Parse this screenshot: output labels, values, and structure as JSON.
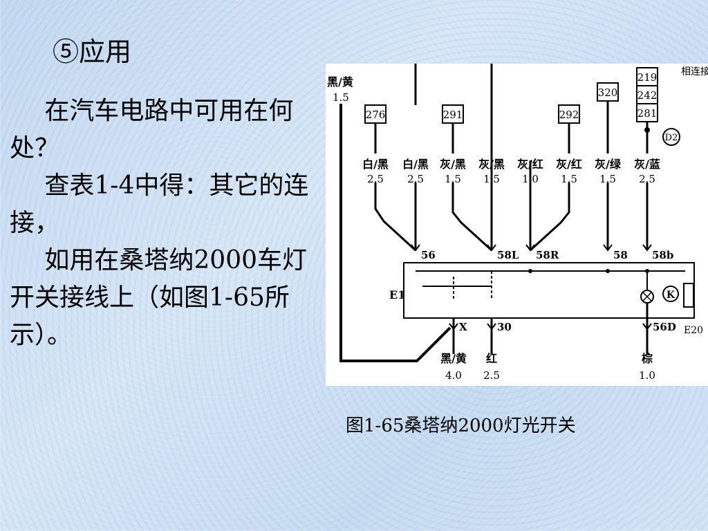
{
  "slide": {
    "title": "⑤应用",
    "paragraphs": [
      "在汽车电路中可用在何处？",
      "查表1-4中得：其它的连接，",
      "如用在桑塔纳2000车灯开关接线上（如图1-65所示）。"
    ],
    "caption": "图1-65桑塔纳2000灯光开关"
  },
  "diagram": {
    "top_right_label": "相连接",
    "left_wire": {
      "color": "黑/黄",
      "size": "1.5"
    },
    "connector_boxes": [
      "276",
      "291",
      "292",
      "320",
      "219",
      "242",
      "281"
    ],
    "ground_marker": "D2",
    "wires_top": [
      {
        "color": "白/黑",
        "size": "2.5"
      },
      {
        "color": "白/黑",
        "size": "2.5"
      },
      {
        "color": "灰/黑",
        "size": "1.5"
      },
      {
        "color": "灰/黑",
        "size": "1.5"
      },
      {
        "color": "灰/红",
        "size": "1.0"
      },
      {
        "color": "灰/红",
        "size": "1.5"
      },
      {
        "color": "灰/绿",
        "size": "1.5"
      },
      {
        "color": "灰/蓝",
        "size": "2.5"
      }
    ],
    "terminals_top": [
      "56",
      "58L",
      "58R",
      "58",
      "58b"
    ],
    "terminals_bottom": [
      "X",
      "30",
      "56D"
    ],
    "component_labels": [
      "E1",
      "E20"
    ],
    "wires_bottom": [
      {
        "color": "黑/黄",
        "size": "4.0"
      },
      {
        "color": "红",
        "size": "2.5"
      },
      {
        "color": "棕",
        "size": "1.0"
      }
    ],
    "line_color": "#000000"
  }
}
